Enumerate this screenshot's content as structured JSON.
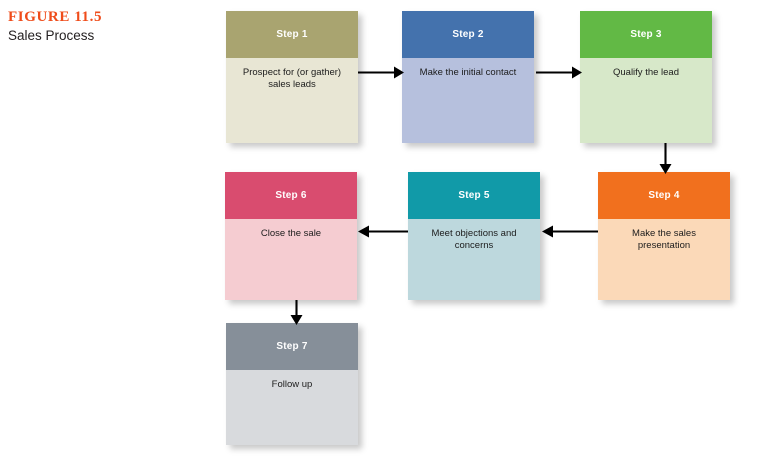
{
  "figure": {
    "number": "FIGURE 11.5",
    "title": "Sales Process",
    "accent_color": "#ef4c1a"
  },
  "diagram": {
    "type": "flowchart",
    "flow_direction": "serpentine: row1 left-to-right, row2 right-to-left, then down",
    "steps": [
      {
        "id": "step-1",
        "header": "Step 1",
        "body": "Prospect for (or gather) sales leads",
        "header_color": "#a9a470",
        "body_color": "#e8e6d4",
        "row": 1,
        "column": 1
      },
      {
        "id": "step-2",
        "header": "Step 2",
        "body": "Make the initial contact",
        "header_color": "#4472ad",
        "body_color": "#b6c0dd",
        "row": 1,
        "column": 2
      },
      {
        "id": "step-3",
        "header": "Step 3",
        "body": "Qualify the lead",
        "header_color": "#62b945",
        "body_color": "#d7e8c9",
        "row": 1,
        "column": 3
      },
      {
        "id": "step-4",
        "header": "Step 4",
        "body": "Make the sales presentation",
        "header_color": "#f1701e",
        "body_color": "#fbd9b8",
        "row": 2,
        "column": 3
      },
      {
        "id": "step-5",
        "header": "Step 5",
        "body": "Meet objections and concerns",
        "header_color": "#119aa8",
        "body_color": "#bdd8dd",
        "row": 2,
        "column": 2
      },
      {
        "id": "step-6",
        "header": "Step 6",
        "body": "Close the sale",
        "header_color": "#d94c6f",
        "body_color": "#f5ccd1",
        "row": 2,
        "column": 1
      },
      {
        "id": "step-7",
        "header": "Step 7",
        "body": "Follow up",
        "header_color": "#868f99",
        "body_color": "#d8dadd",
        "row": 3,
        "column": 1
      }
    ],
    "connectors": [
      {
        "id": "arrow-step1-step2",
        "from": "step-1",
        "to": "step-2",
        "direction": "right"
      },
      {
        "id": "arrow-step2-step3",
        "from": "step-2",
        "to": "step-3",
        "direction": "right"
      },
      {
        "id": "arrow-step3-step4",
        "from": "step-3",
        "to": "step-4",
        "direction": "down"
      },
      {
        "id": "arrow-step4-step5",
        "from": "step-4",
        "to": "step-5",
        "direction": "left"
      },
      {
        "id": "arrow-step5-step6",
        "from": "step-5",
        "to": "step-6",
        "direction": "left"
      },
      {
        "id": "arrow-step6-step7",
        "from": "step-6",
        "to": "step-7",
        "direction": "down"
      }
    ]
  }
}
